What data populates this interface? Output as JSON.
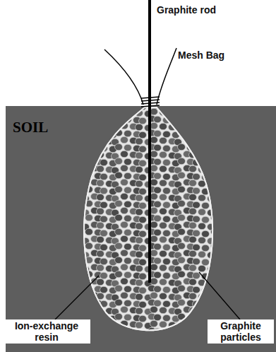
{
  "diagram": {
    "labels": [
      "Graphite rod",
      "Mesh Bag",
      "SOIL",
      "Ion-exchange resin",
      "Graphite particles"
    ]
  }
}
